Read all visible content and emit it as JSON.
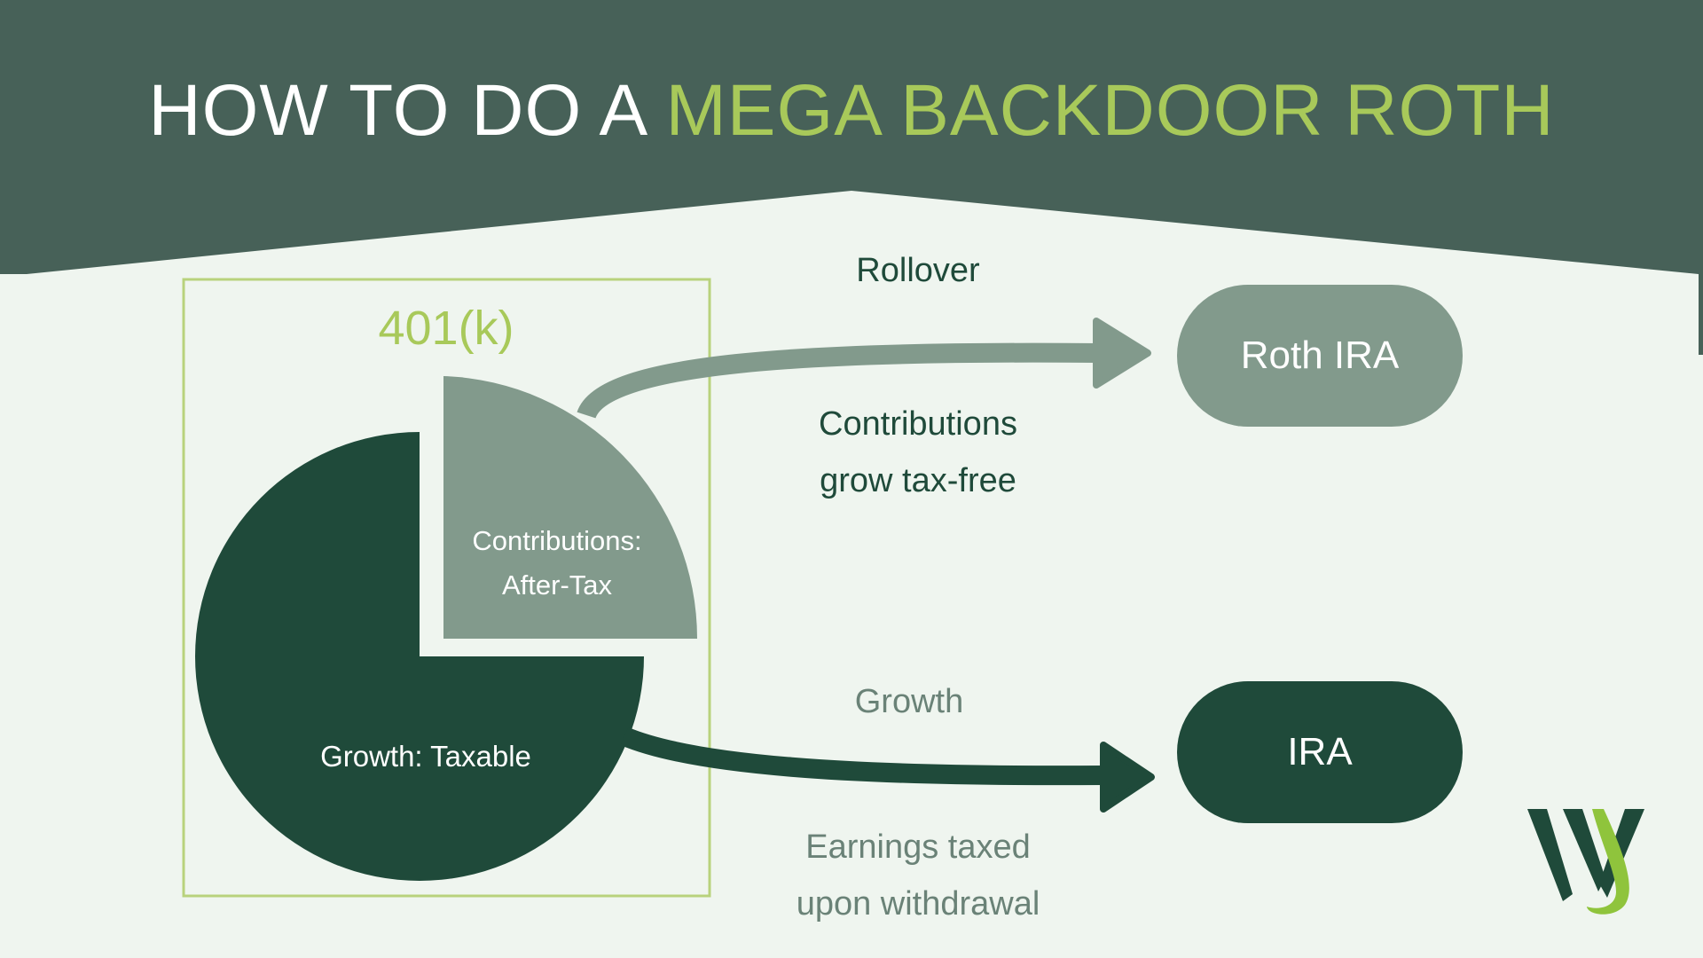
{
  "title": {
    "prefix": "HOW TO DO A ",
    "highlight": "MEGA BACKDOOR ROTH"
  },
  "account_box": {
    "label": "401(k)"
  },
  "pie": {
    "slices": [
      {
        "label": "Growth: Taxable",
        "fraction": 0.75
      },
      {
        "label_line1": "Contributions:",
        "label_line2": "After-Tax",
        "fraction": 0.25
      }
    ]
  },
  "flows": [
    {
      "above": "Rollover",
      "below_line1": "Contributions",
      "below_line2": "grow tax-free",
      "target": "Roth IRA"
    },
    {
      "above": "Growth",
      "below_line1": "Earnings taxed",
      "below_line2": "upon withdrawal",
      "target": "IRA"
    }
  ],
  "colors": {
    "header": "#476158",
    "background": "#eff5ef",
    "dark_green": "#1f4a3a",
    "sage": "#829a8c",
    "lime": "#a8c95a"
  }
}
